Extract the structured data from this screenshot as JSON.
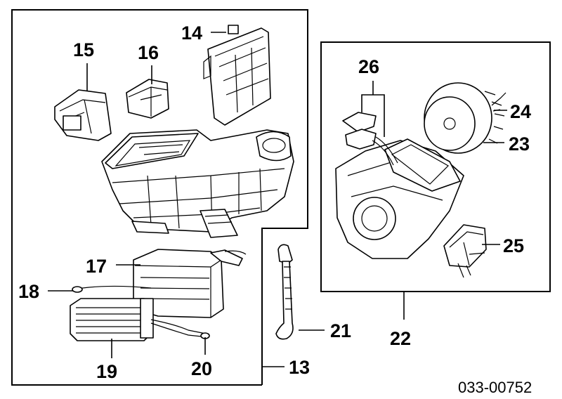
{
  "callouts": {
    "c13": "13",
    "c14": "14",
    "c15": "15",
    "c16": "16",
    "c17": "17",
    "c18": "18",
    "c19": "19",
    "c20": "20",
    "c21": "21",
    "c22": "22",
    "c23": "23",
    "c24": "24",
    "c25": "25",
    "c26": "26"
  },
  "diagram_code": "033-00752"
}
